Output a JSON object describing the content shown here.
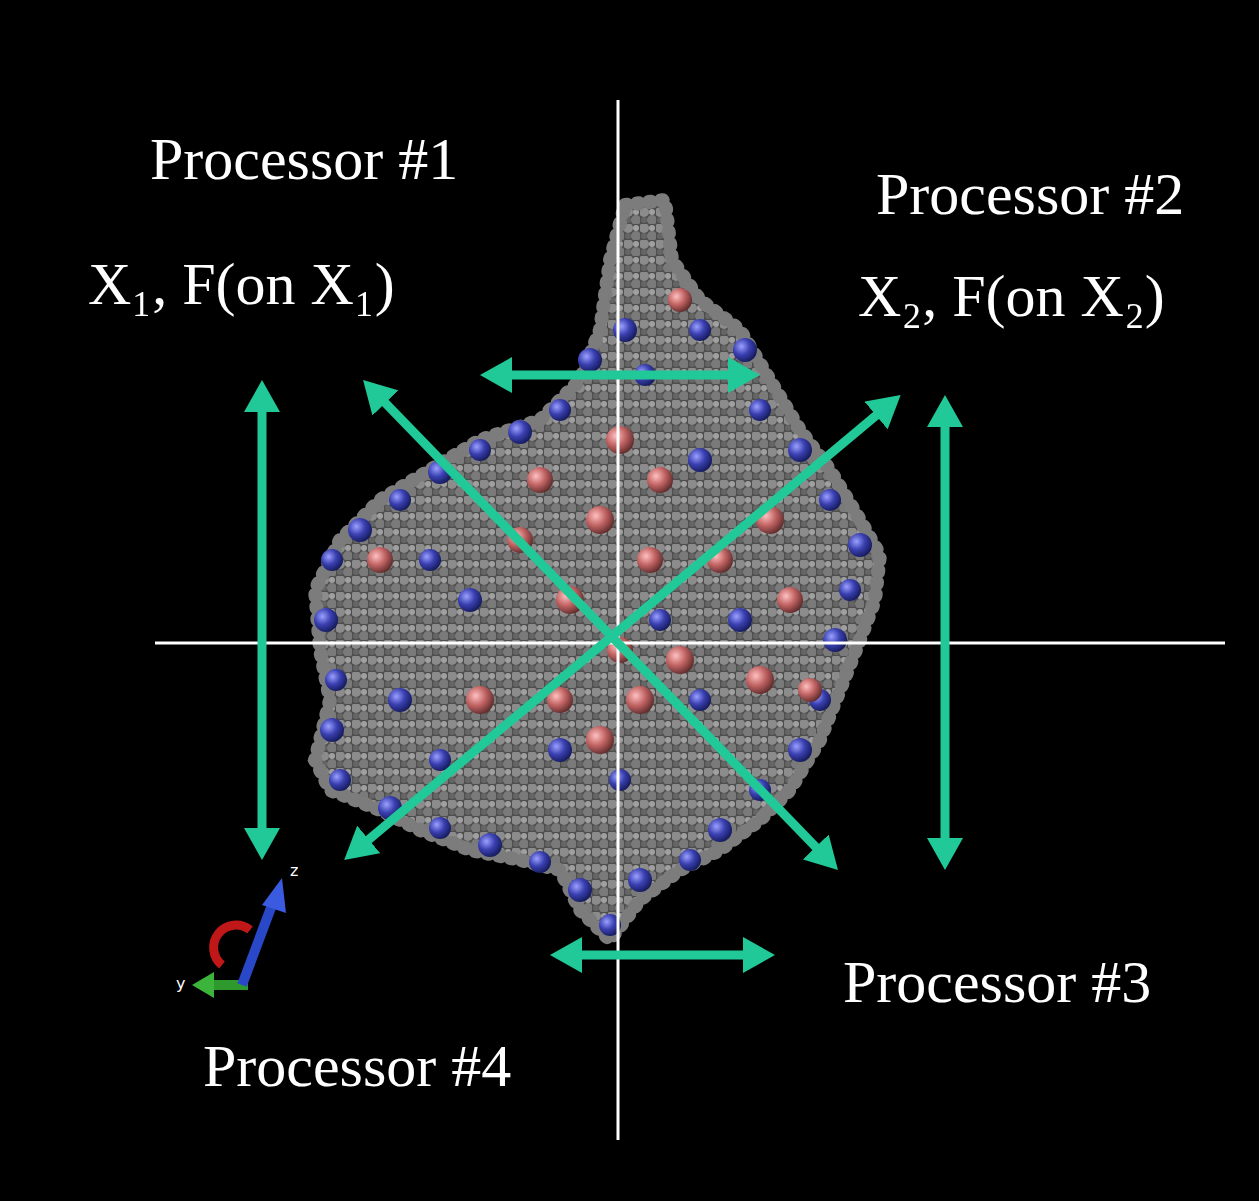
{
  "diagram": {
    "nodes": [
      {
        "text": [
          "Processor #1",
          "X₁, F(on X₁)"
        ]
      },
      {
        "text": [
          "Processor #2",
          "X₂, F(on X₂)"
        ]
      },
      {
        "text": [
          "Processor #3"
        ]
      },
      {
        "text": [
          "Processor #4"
        ]
      }
    ],
    "edges": [
      {
        "from": 0,
        "to": 1,
        "arrow": "both"
      },
      {
        "from": 0,
        "to": 3,
        "arrow": "both"
      },
      {
        "from": 0,
        "to": 2,
        "arrow": "both"
      },
      {
        "from": 1,
        "to": 2,
        "arrow": "both"
      },
      {
        "from": 1,
        "to": 3,
        "arrow": "both"
      },
      {
        "from": 3,
        "to": 2,
        "arrow": "both"
      }
    ],
    "labels": [
      "z",
      "y"
    ]
  }
}
